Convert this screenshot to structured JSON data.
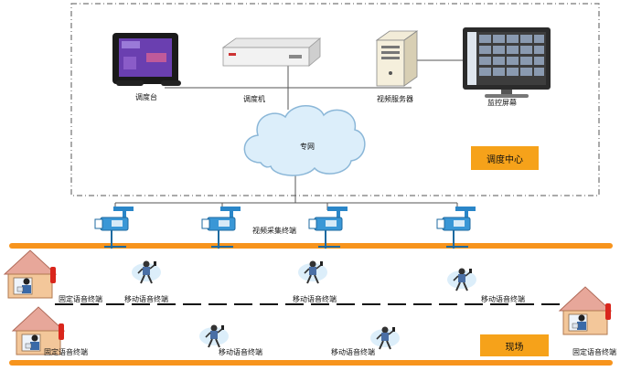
{
  "labels": {
    "dispatch_console": "调度台",
    "dispatcher": "调度机",
    "video_server": "视频服务器",
    "monitor_screen": "监控屏幕",
    "private_network": "专网",
    "control_center": "调度中心",
    "video_capture_terminal": "视频采集终端",
    "fixed_voice_terminal": "固定语音终端",
    "mobile_voice_terminal": "移动语音终端",
    "site": "现场"
  },
  "colors": {
    "orange_band": "#f7941d",
    "cloud_fill": "#dceefa",
    "camera_blue": "#2a86c8",
    "house_roof": "#e7a79a",
    "house_wall": "#f3c79a",
    "extinguisher": "#d9261c",
    "dash_border": "#555555"
  },
  "icons": {
    "console": "touch-screen-console-icon",
    "dispatcher": "rack-server-icon",
    "server": "tower-server-icon",
    "monitor": "video-wall-monitor-icon",
    "cloud": "network-cloud-icon",
    "camera": "cctv-camera-icon",
    "house": "house-with-operator-icon",
    "walker": "person-with-radio-icon"
  }
}
